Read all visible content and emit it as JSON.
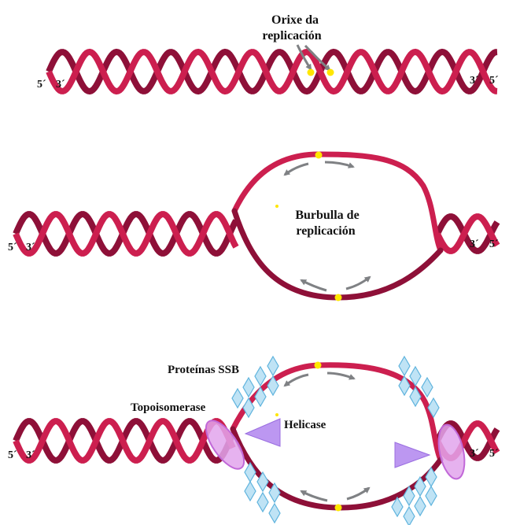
{
  "colors": {
    "strand_light": "#cc1f4f",
    "strand_dark": "#8e1038",
    "origin": "#ffe600",
    "arrow": "#7f8184",
    "ssb_fill": "#bfe3f5",
    "ssb_stroke": "#5fb3dd",
    "helicase_fill": "#b58cf0",
    "topo_fill": "#e2a4ec",
    "topo_stroke": "#c168d8"
  },
  "icons": {
    "ssb": "diamond",
    "helicase": "triangle",
    "topoisomerase": "ellipse",
    "origin": "dot"
  },
  "panel1": {
    "label_line1": "Orixe da",
    "label_line2": "replicación",
    "left_end_5": "5´",
    "left_end_3": "3´",
    "right_end_3": "3´",
    "right_end_5": "5´"
  },
  "panel2": {
    "label_line1": "Burbulla de",
    "label_line2": "replicación",
    "left_end_5": "5´",
    "left_end_3": "3´",
    "right_end_3": "3´",
    "right_end_5": "5´"
  },
  "panel3": {
    "ssb_label": "Proteínas SSB",
    "topo_label": "Topoisomerase",
    "helicase_label": "Helicase",
    "left_end_5": "5´",
    "left_end_3": "3´",
    "right_end_3": "3´",
    "right_end_5": "5´"
  }
}
